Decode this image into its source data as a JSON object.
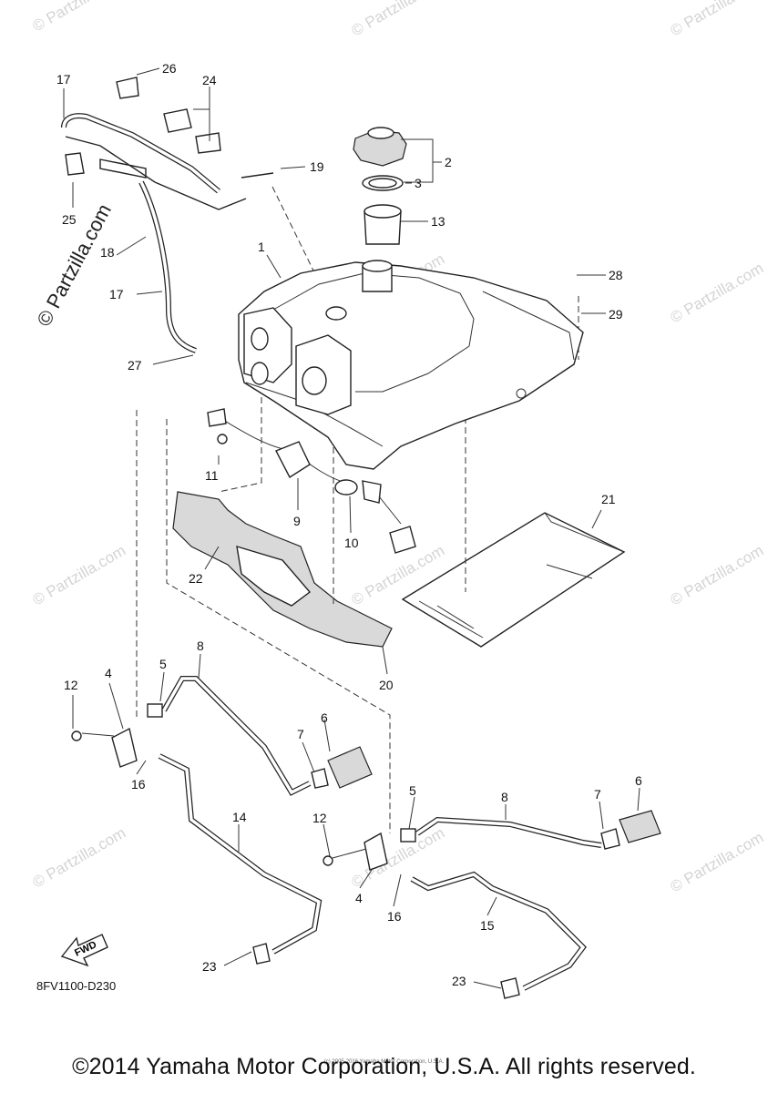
{
  "diagram": {
    "drawing_code": "8FV1100-D230",
    "fwd_label": "FWD",
    "watermark_text": "© Partzilla.com",
    "callouts": [
      "1",
      "2",
      "3",
      "4",
      "5",
      "6",
      "7",
      "8",
      "9",
      "10",
      "11",
      "12",
      "13",
      "14",
      "15",
      "16",
      "17",
      "18",
      "19",
      "20",
      "21",
      "22",
      "23",
      "24",
      "25",
      "26",
      "27",
      "28",
      "29"
    ]
  },
  "footer": {
    "copyright": "©2014 Yamaha Motor Corporation, U.S.A. All rights reserved.",
    "fine_print": "(c) 2005-2016 Yamaha Motor Corporation, U.S.A."
  },
  "colors": {
    "line": "#222222",
    "watermark": "#d4d4d4",
    "shading": "#d9d9d9"
  }
}
